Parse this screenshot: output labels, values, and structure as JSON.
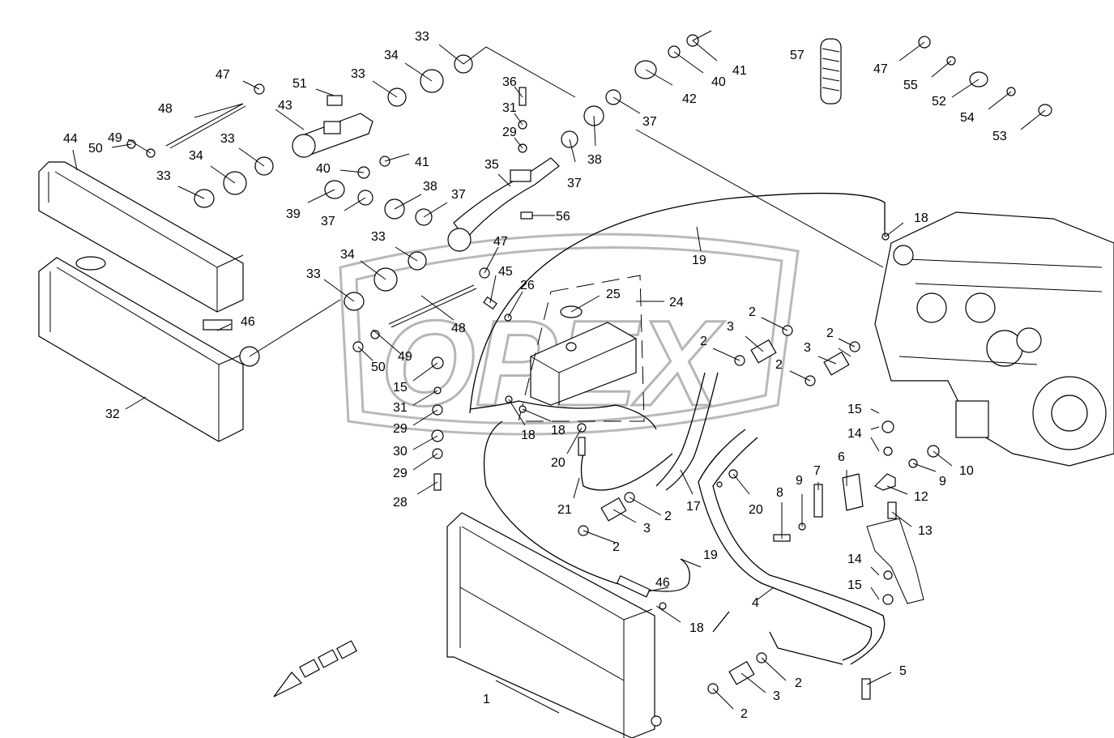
{
  "watermark": {
    "text": "OPEX"
  },
  "callouts": [
    "1",
    "2",
    "3",
    "4",
    "5",
    "6",
    "7",
    "8",
    "9",
    "10",
    "12",
    "13",
    "14",
    "15",
    "17",
    "18",
    "19",
    "20",
    "21",
    "24",
    "25",
    "26",
    "28",
    "29",
    "30",
    "31",
    "32",
    "33",
    "34",
    "35",
    "36",
    "37",
    "38",
    "39",
    "40",
    "41",
    "42",
    "43",
    "44",
    "45",
    "46",
    "47",
    "48",
    "49",
    "50",
    "51",
    "52",
    "53",
    "54",
    "55",
    "56",
    "57"
  ]
}
